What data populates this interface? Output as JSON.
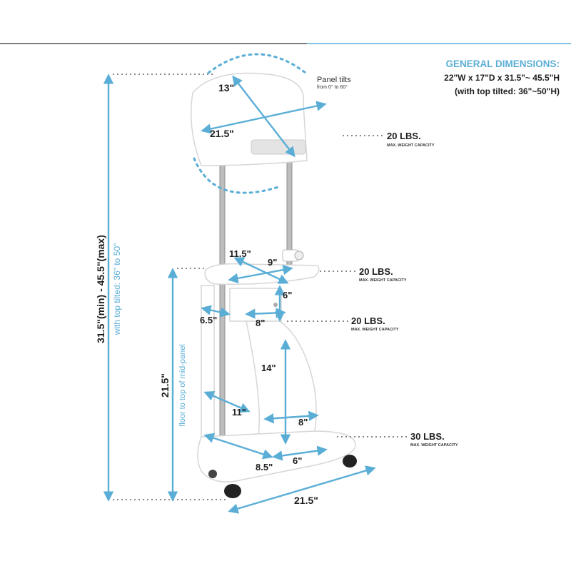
{
  "general": {
    "title": "GENERAL DIMENSIONS:",
    "line1": "22\"W x 17\"D x 31.5\"~ 45.5\"H",
    "line2": "(with top tilted: 36\"~50\"H)"
  },
  "tilt": {
    "label": "Panel tilts",
    "range": "from 0° to 60°"
  },
  "heights": {
    "overall": "31.5\"(min)  -  45.5\"(max)",
    "overall_tilted": "with top tilted: 36\" to 50\"",
    "mid": "21.5\"",
    "mid_caption": "floor to top of mid-panel"
  },
  "top_panel": {
    "depth": "13\"",
    "width": "21.5\""
  },
  "mid_panel": {
    "depth": "11.5\"",
    "width": "9\""
  },
  "drawer": {
    "height": "6\"",
    "depth": "6.5\"",
    "width": "8\""
  },
  "column": {
    "height": "14\"",
    "width": "8\"",
    "depth": "11\""
  },
  "base": {
    "depth": "8.5\"",
    "width": "6\"",
    "length": "21.5\""
  },
  "capacities": [
    {
      "value": "20 LBS.",
      "caption": "MAX. WEIGHT CAPACITY"
    },
    {
      "value": "20 LBS.",
      "caption": "MAX. WEIGHT CAPACITY"
    },
    {
      "value": "20 LBS.",
      "caption": "MAX. WEIGHT CAPACITY"
    },
    {
      "value": "30 LBS.",
      "caption": "MAX. WEIGHT CAPACITY"
    }
  ]
}
